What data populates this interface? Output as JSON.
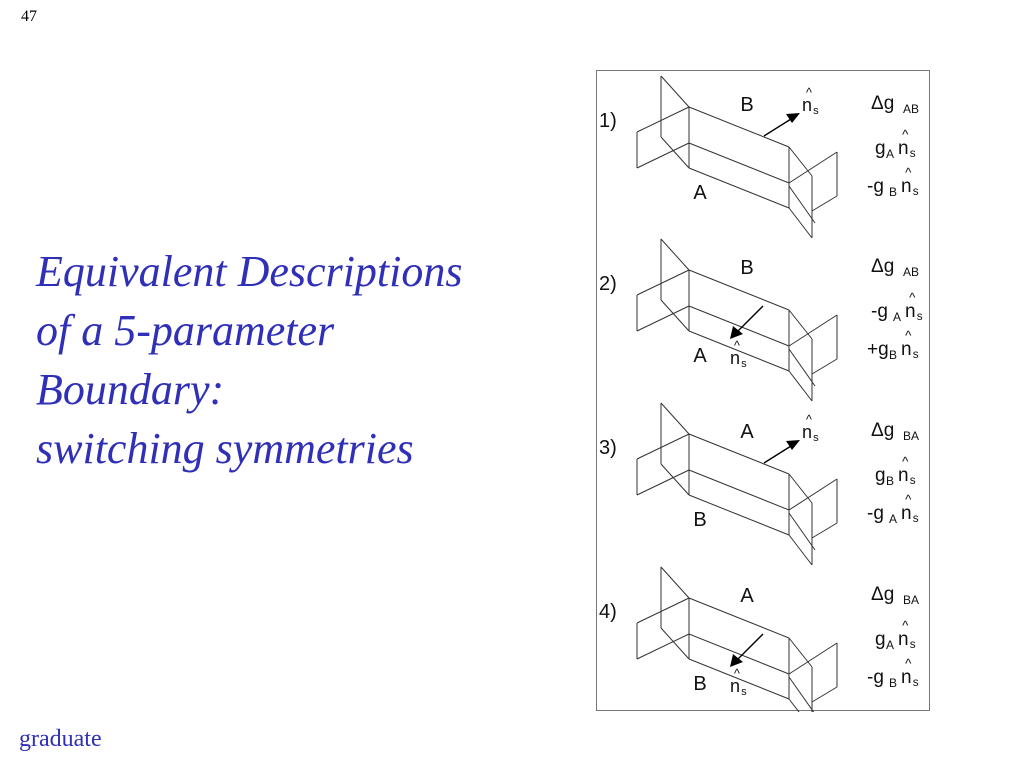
{
  "slide_number": "47",
  "title_lines": [
    "Equivalent Descriptions",
    "of a 5-parameter",
    "Boundary:",
    "switching symmetries"
  ],
  "footer": "graduate",
  "figure": {
    "panels": [
      {
        "num": "1)",
        "upper": "B",
        "lower": "A",
        "normal": "n",
        "normal_sub": "s",
        "normal_side": "upper",
        "eq1": {
          "prefix": "Δg",
          "sub": "AB"
        },
        "eq2": {
          "prefix": "g",
          "sub": "A",
          "n": "n",
          "nsub": "s"
        },
        "eq3": {
          "prefix": "-g",
          "sub": "B",
          "n": "n",
          "nsub": "s"
        }
      },
      {
        "num": "2)",
        "upper": "B",
        "lower": "A",
        "normal": "n",
        "normal_sub": "s",
        "normal_side": "lower",
        "eq1": {
          "prefix": "Δg",
          "sub": "AB"
        },
        "eq2": {
          "prefix": "-g",
          "sub": "A",
          "n": "n",
          "nsub": "s"
        },
        "eq3": {
          "prefix": "+g",
          "sub": "B",
          "n": "n",
          "nsub": "s"
        }
      },
      {
        "num": "3)",
        "upper": "A",
        "lower": "B",
        "normal": "n",
        "normal_sub": "s",
        "normal_side": "upper",
        "eq1": {
          "prefix": "Δg",
          "sub": "BA"
        },
        "eq2": {
          "prefix": "g",
          "sub": "B",
          "n": "n",
          "nsub": "s"
        },
        "eq3": {
          "prefix": "-g",
          "sub": "A",
          "n": "n",
          "nsub": "s"
        }
      },
      {
        "num": "4)",
        "upper": "A",
        "lower": "B",
        "normal": "n",
        "normal_sub": "s",
        "normal_side": "lower",
        "eq1": {
          "prefix": "Δg",
          "sub": "BA"
        },
        "eq2": {
          "prefix": "g",
          "sub": "A",
          "n": "n",
          "nsub": "s"
        },
        "eq3": {
          "prefix": "-g",
          "sub": "B",
          "n": "n",
          "nsub": "s"
        }
      }
    ]
  }
}
